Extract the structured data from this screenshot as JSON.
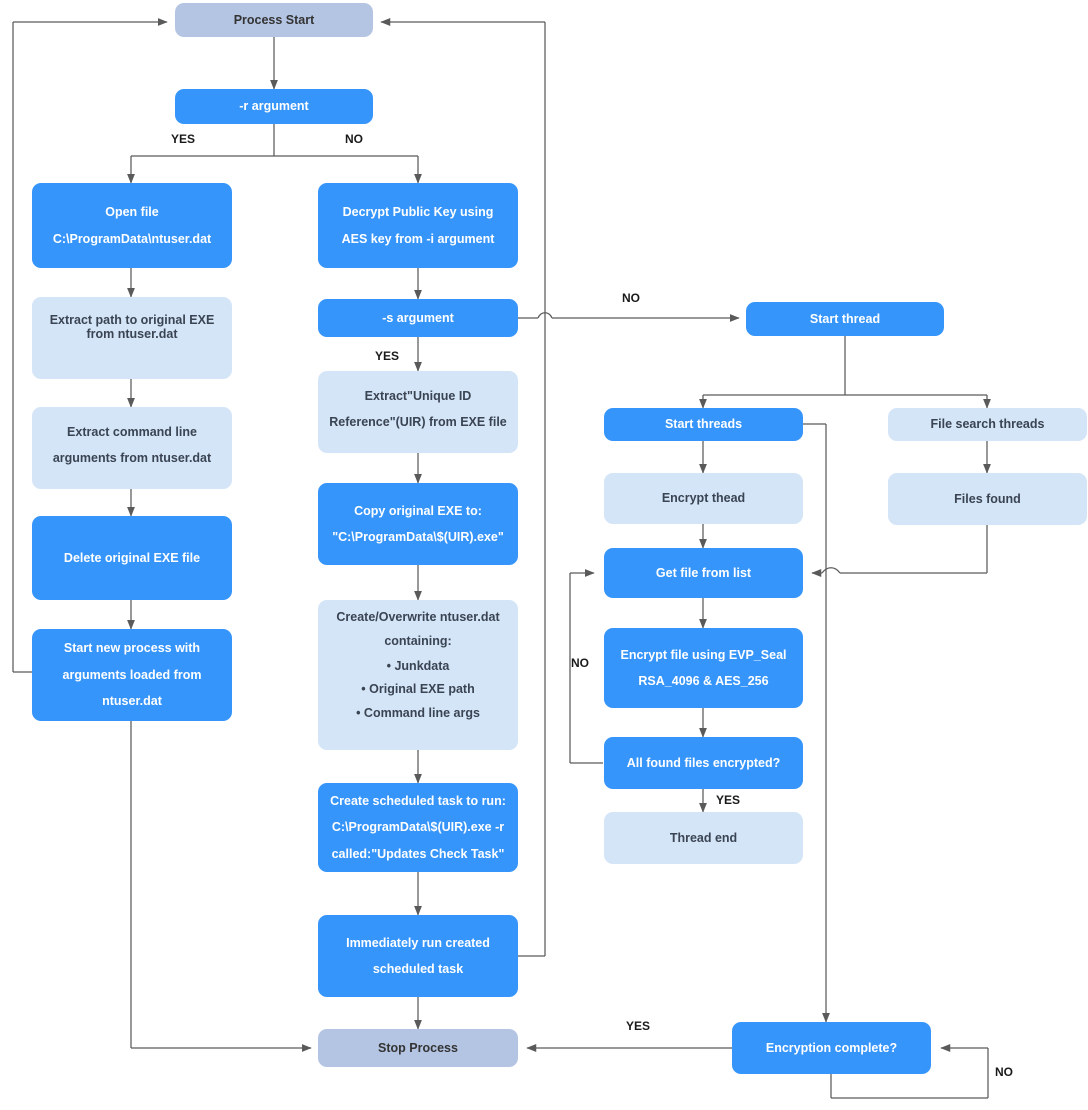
{
  "diagram": {
    "title": "Process Start",
    "theme": {
      "terminal_fill": "#b4c5e3",
      "primary_fill": "#3695fb",
      "secondary_fill": "#d4e5f8",
      "line_color": "#5a5a5a",
      "text_dark": "#3a4452",
      "text_light": "#ffffff"
    }
  },
  "nodes": {
    "process_start": {
      "label": "Process Start"
    },
    "r_argument": {
      "label": "-r argument"
    },
    "open_file": {
      "line1": "Open file",
      "line2": "C:\\ProgramData\\ntuser.dat"
    },
    "decrypt_public_key": {
      "line1": "Decrypt Public Key using",
      "line2": "AES key from -i argument"
    },
    "extract_path": {
      "line1": "Extract path to original EXE",
      "line2": "from ntuser.dat"
    },
    "extract_cmdline": {
      "line1": "Extract command line",
      "line2": "arguments from ntuser.dat"
    },
    "delete_exe": {
      "line1": "Delete original EXE file"
    },
    "start_new_process": {
      "line1": "Start new process with",
      "line2": "arguments loaded from",
      "line3": "ntuser.dat"
    },
    "s_argument": {
      "label": "-s argument"
    },
    "extract_uir": {
      "line1": "Extract\"Unique ID",
      "line2": "Reference\"(UIR) from EXE file"
    },
    "copy_exe": {
      "line1": "Copy original EXE to:",
      "line2": "\"C:\\ProgramData\\$(UIR).exe\""
    },
    "create_ntuser": {
      "line1": "Create/Overwrite ntuser.dat",
      "line2": "containing:",
      "bullet1": "• Junkdata",
      "bullet2": "• Original EXE path",
      "bullet3": "• Command line args"
    },
    "create_task": {
      "line1": "Create scheduled task to run:",
      "line2": "C:\\ProgramData\\$(UIR).exe -r",
      "line3": "called:\"Updates Check Task\""
    },
    "run_task": {
      "line1": "Immediately run created",
      "line2": "scheduled task"
    },
    "stop_process": {
      "label": "Stop Process"
    },
    "start_thread": {
      "label": "Start thread"
    },
    "start_threads": {
      "label": "Start threads"
    },
    "encrypt_thead": {
      "label": "Encrypt thead"
    },
    "file_search_threads": {
      "label": "File search threads"
    },
    "files_found": {
      "label": "Files found"
    },
    "get_file": {
      "label": "Get file from list"
    },
    "encrypt_file": {
      "line1": "Encrypt file using EVP_Seal",
      "line2": "RSA_4096 & AES_256"
    },
    "all_encrypted": {
      "label": "All found files encrypted?"
    },
    "thread_end": {
      "label": "Thread end"
    },
    "encryption_complete": {
      "label": "Encryption complete?"
    }
  },
  "edge_labels": {
    "r_yes": "YES",
    "r_no": "NO",
    "s_yes": "YES",
    "s_no": "NO",
    "all_encrypted_no": "NO",
    "all_encrypted_yes": "YES",
    "encryption_yes": "YES",
    "encryption_no": "NO"
  }
}
